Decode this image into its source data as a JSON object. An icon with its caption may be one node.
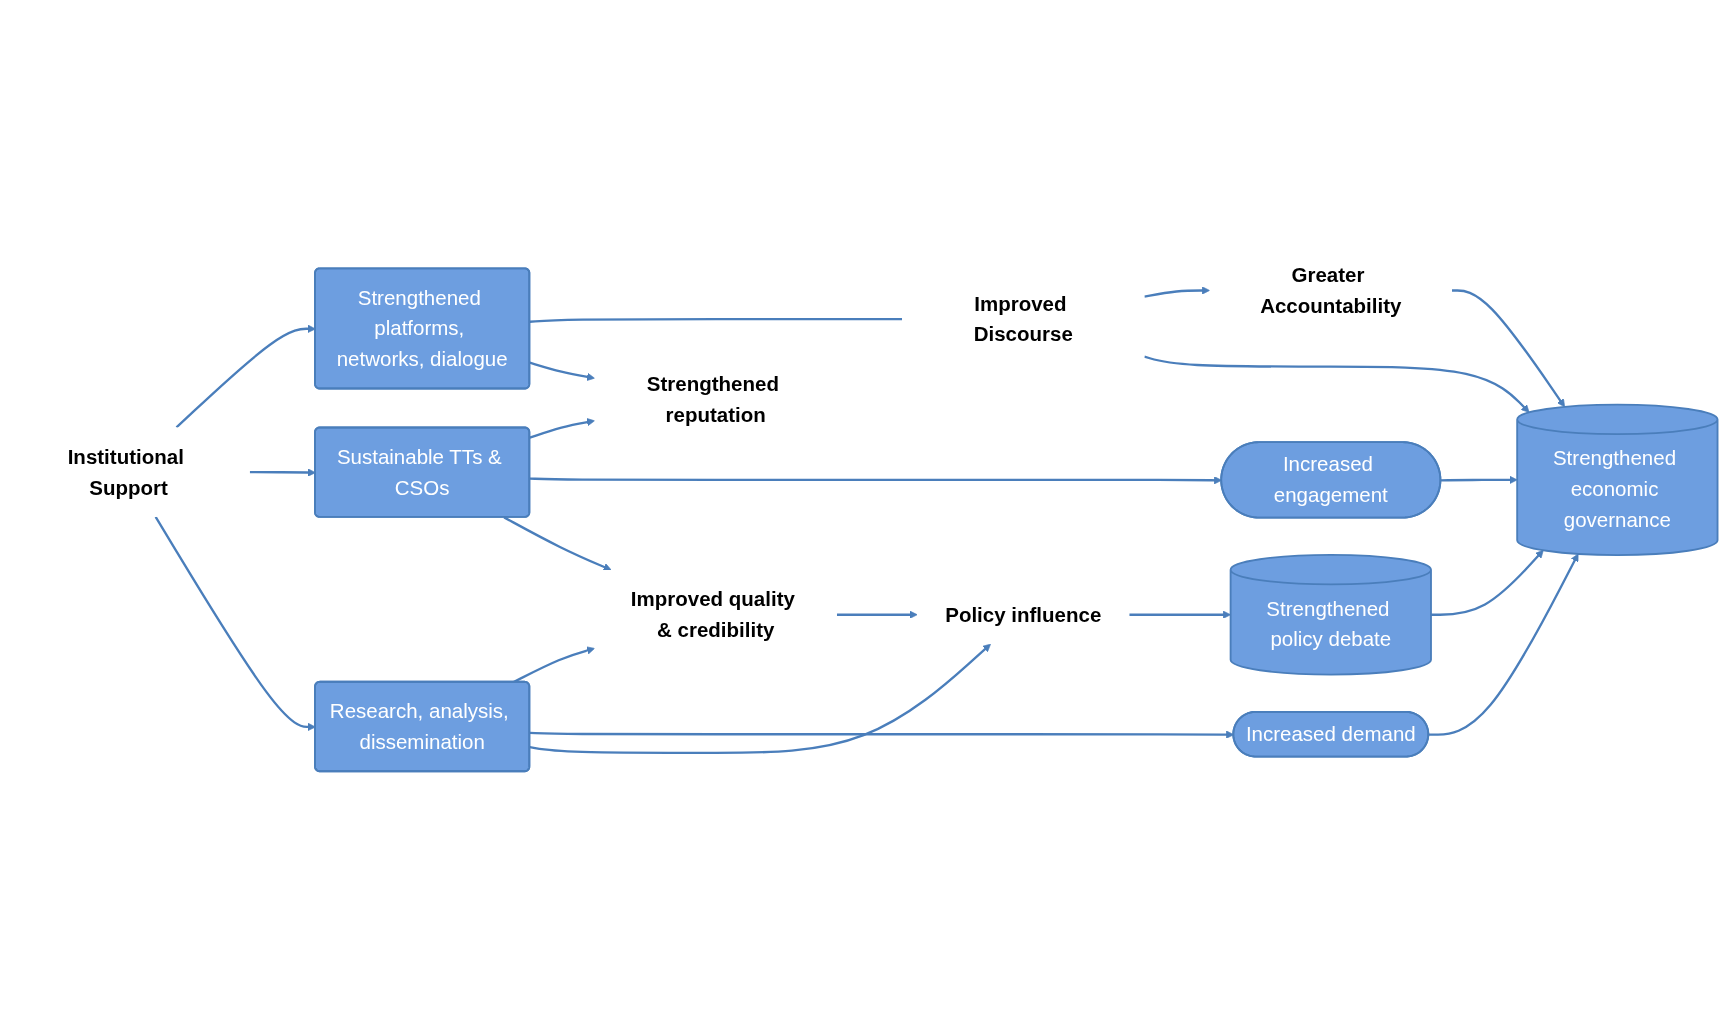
{
  "diagram": {
    "nodes": [
      {
        "text": [
          "Institutional Support"
        ]
      },
      {
        "text": [
          "Strengthened platforms, networks, dialogue"
        ]
      },
      {
        "text": [
          "Sustainable TTs & CSOs"
        ]
      },
      {
        "text": [
          "Research, analysis, dissemination"
        ]
      },
      {
        "text": [
          "Improved Discourse"
        ]
      },
      {
        "text": [
          "Greater Accountability"
        ]
      },
      {
        "text": [
          "Strengthened reputation"
        ]
      },
      {
        "text": [
          "Increased engagement"
        ]
      },
      {
        "text": [
          "Strengthened economic governance"
        ]
      },
      {
        "text": [
          "Improved quality & credibility"
        ]
      },
      {
        "text": [
          "Increased demand"
        ]
      },
      {
        "text": [
          "Strengthened policy debate"
        ]
      },
      {
        "text": [
          "Policy influence"
        ]
      }
    ],
    "edges": [
      {
        "from": 0,
        "to": 1,
        "arrow": "to"
      },
      {
        "from": 0,
        "to": 2,
        "arrow": "to"
      },
      {
        "from": 0,
        "to": 3,
        "arrow": "to"
      },
      {
        "from": 1,
        "to": 4,
        "arrow": "none"
      },
      {
        "from": 4,
        "to": 5,
        "arrow": "to"
      },
      {
        "from": 4,
        "to": 8,
        "arrow": "to"
      },
      {
        "from": 1,
        "to": 6,
        "arrow": "to"
      },
      {
        "from": 2,
        "to": 6,
        "arrow": "to"
      },
      {
        "from": 2,
        "to": 7,
        "arrow": "to"
      },
      {
        "from": 2,
        "to": 9,
        "arrow": "to"
      },
      {
        "from": 3,
        "to": 9,
        "arrow": "to"
      },
      {
        "from": 3,
        "to": 10,
        "arrow": "to"
      },
      {
        "from": 3,
        "to": 12,
        "arrow": "to"
      },
      {
        "from": 5,
        "to": 8,
        "arrow": "to"
      },
      {
        "from": 7,
        "to": 8,
        "arrow": "to"
      },
      {
        "from": 10,
        "to": 8,
        "arrow": "to"
      },
      {
        "from": 9,
        "to": 12,
        "arrow": "to"
      },
      {
        "from": 12,
        "to": 11,
        "arrow": "to"
      },
      {
        "from": 11,
        "to": 8,
        "arrow": "to"
      }
    ]
  }
}
